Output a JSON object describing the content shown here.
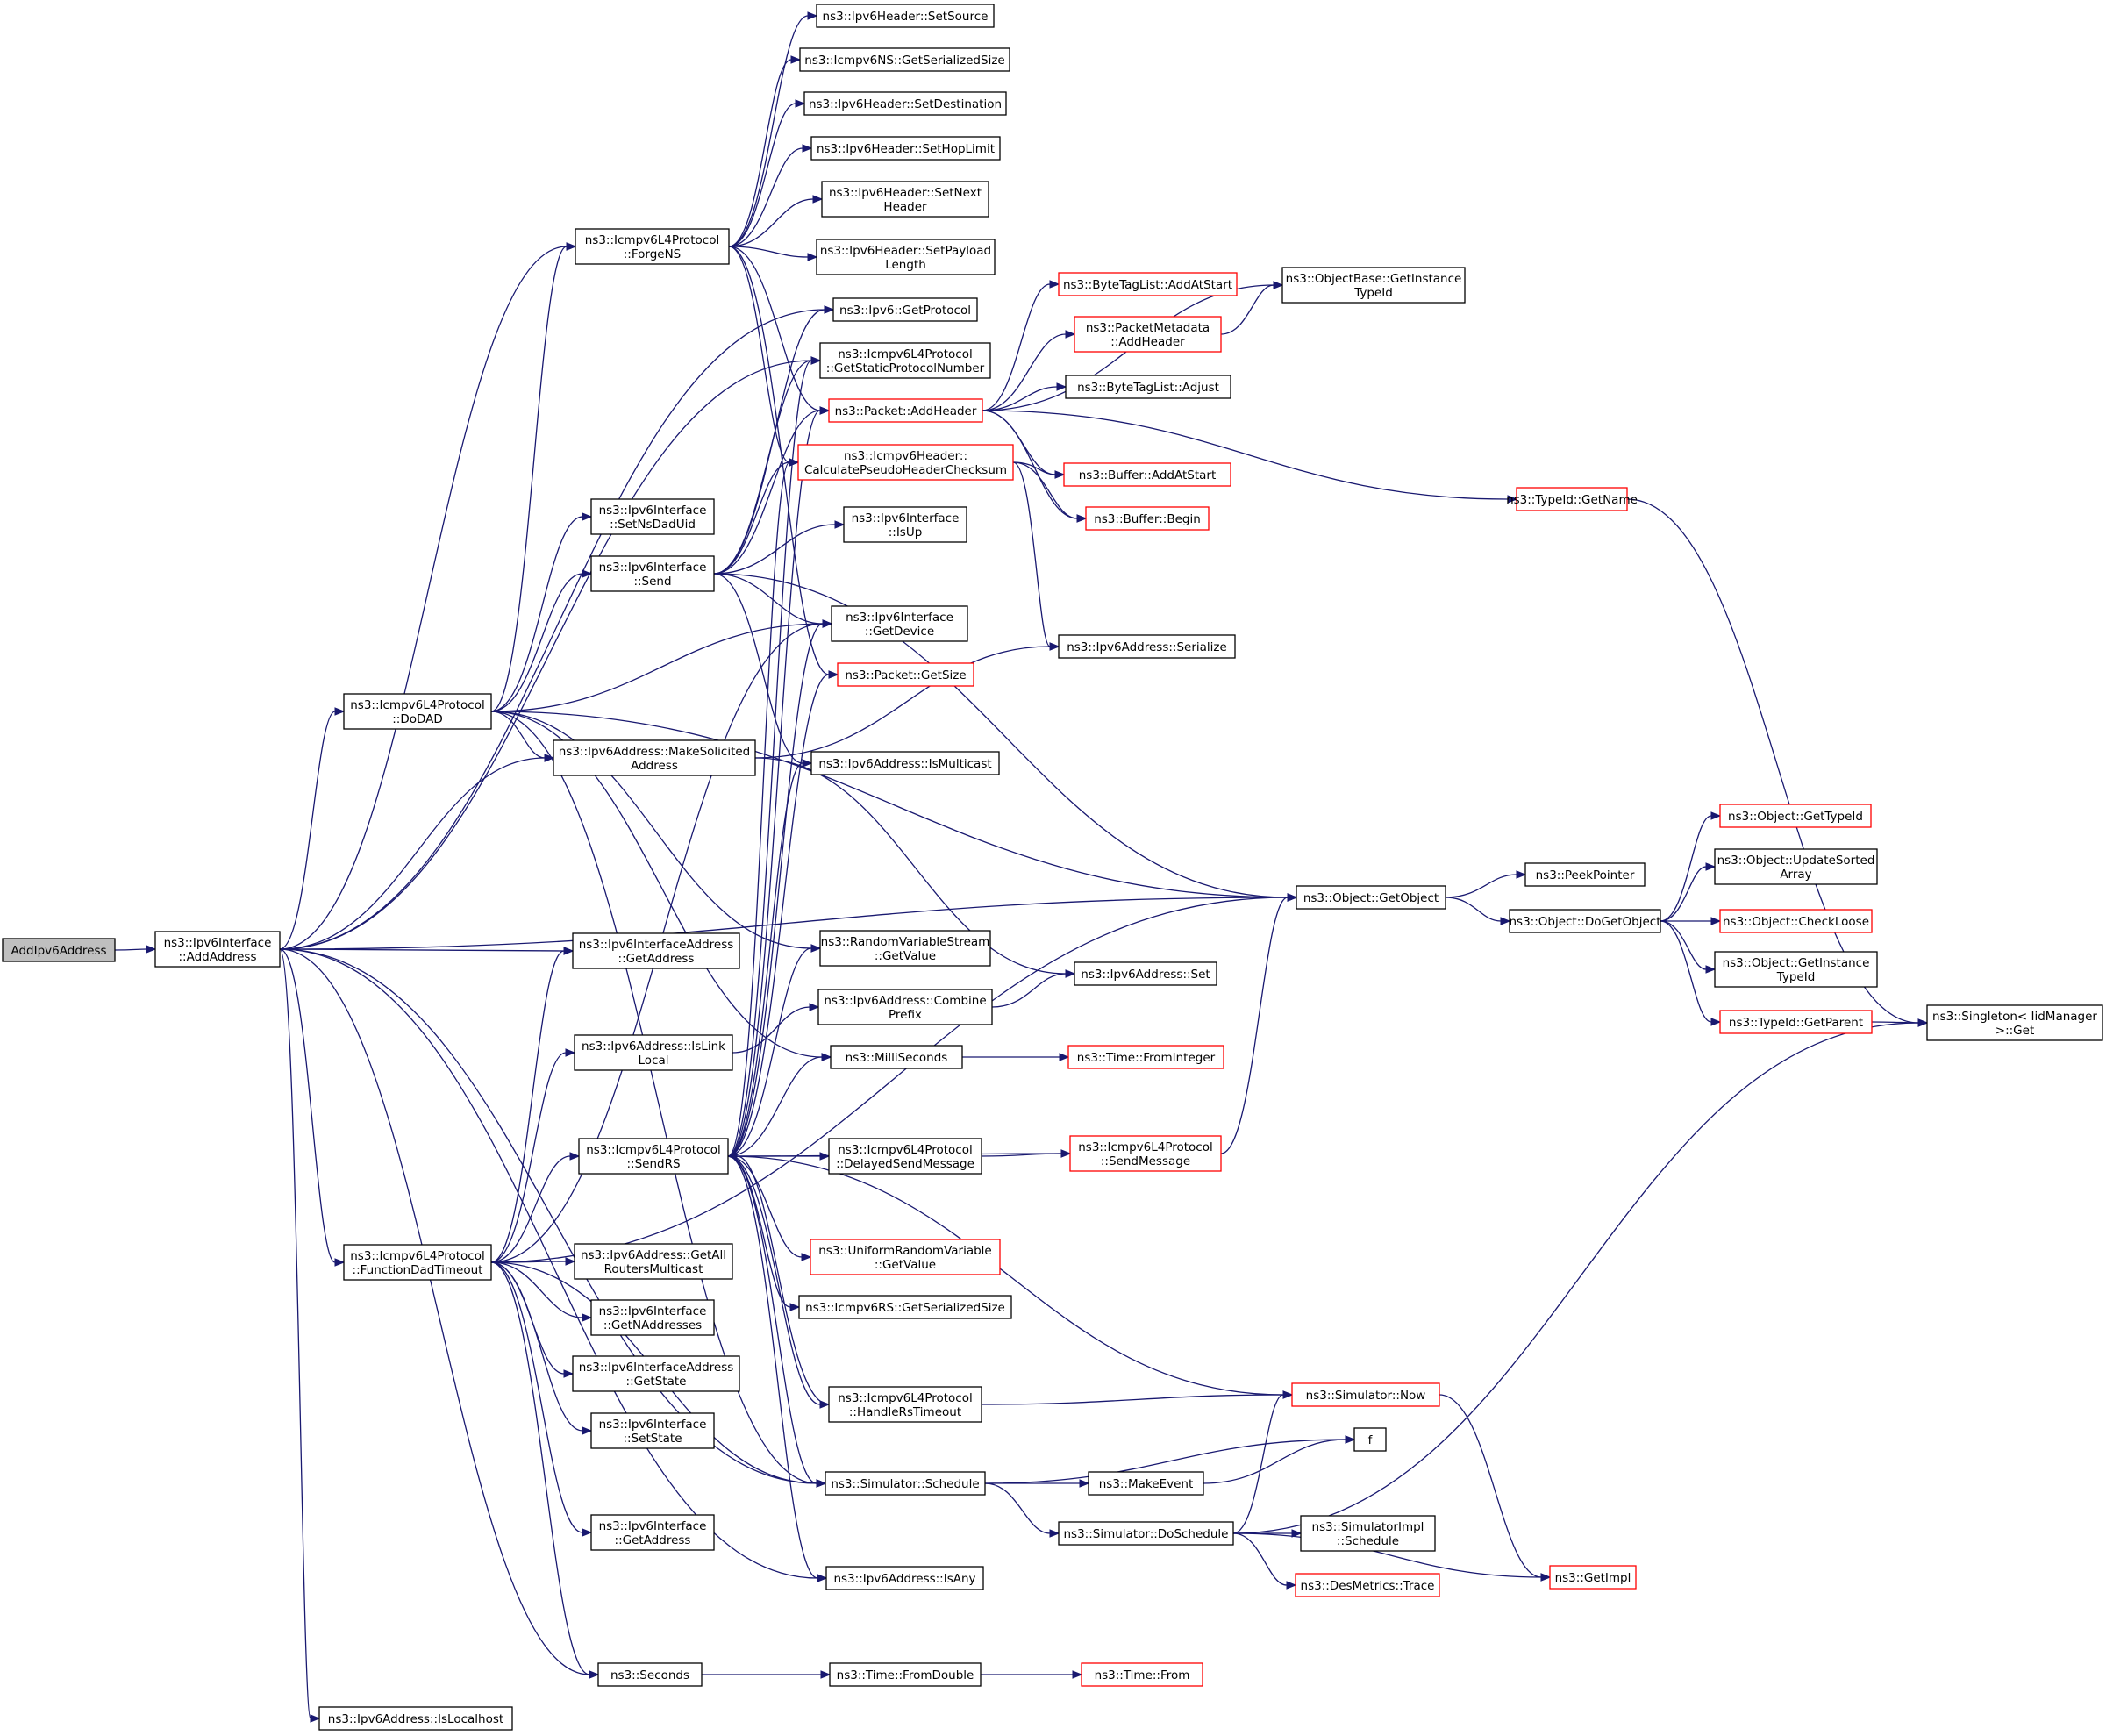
{
  "colors": {
    "edge": "#191970",
    "node_border": "#000000",
    "truncated_border": "#ff0000",
    "root_fill": "#bfbfbf"
  },
  "nodes": [
    {
      "id": "root",
      "lines": [
        "AddIpv6Address"
      ],
      "kind": "root"
    },
    {
      "id": "n_addaddress",
      "lines": [
        "ns3::Ipv6Interface",
        "::AddAddress"
      ]
    },
    {
      "id": "n_forgens",
      "lines": [
        "ns3::Icmpv6L4Protocol",
        "::ForgeNS"
      ]
    },
    {
      "id": "n_dodad",
      "lines": [
        "ns3::Icmpv6L4Protocol",
        "::DoDAD"
      ]
    },
    {
      "id": "n_funcdad",
      "lines": [
        "ns3::Icmpv6L4Protocol",
        "::FunctionDadTimeout"
      ]
    },
    {
      "id": "n_localhost",
      "lines": [
        "ns3::Ipv6Address::IsLocalhost"
      ]
    },
    {
      "id": "n_setsource",
      "lines": [
        "ns3::Ipv6Header::SetSource"
      ]
    },
    {
      "id": "n_nsgetsize",
      "lines": [
        "ns3::Icmpv6NS::GetSerializedSize"
      ]
    },
    {
      "id": "n_setdest",
      "lines": [
        "ns3::Ipv6Header::SetDestination"
      ]
    },
    {
      "id": "n_sethop",
      "lines": [
        "ns3::Ipv6Header::SetHopLimit"
      ]
    },
    {
      "id": "n_setnext",
      "lines": [
        "ns3::Ipv6Header::SetNext",
        "Header"
      ]
    },
    {
      "id": "n_setpayload",
      "lines": [
        "ns3::Ipv6Header::SetPayload",
        "Length"
      ]
    },
    {
      "id": "n_getprotocol",
      "lines": [
        "ns3::Ipv6::GetProtocol"
      ]
    },
    {
      "id": "n_staticproto",
      "lines": [
        "ns3::Icmpv6L4Protocol",
        "::GetStaticProtocolNumber"
      ]
    },
    {
      "id": "n_addheader",
      "lines": [
        "ns3::Packet::AddHeader"
      ],
      "kind": "red"
    },
    {
      "id": "n_pseudo",
      "lines": [
        "ns3::Icmpv6Header::",
        "CalculatePseudoHeaderChecksum"
      ],
      "kind": "red"
    },
    {
      "id": "n_setnsdad",
      "lines": [
        "ns3::Ipv6Interface",
        "::SetNsDadUid"
      ]
    },
    {
      "id": "n_send",
      "lines": [
        "ns3::Ipv6Interface",
        "::Send"
      ]
    },
    {
      "id": "n_isup",
      "lines": [
        "ns3::Ipv6Interface",
        "::IsUp"
      ]
    },
    {
      "id": "n_getdevice",
      "lines": [
        "ns3::Ipv6Interface",
        "::GetDevice"
      ]
    },
    {
      "id": "n_getsize",
      "lines": [
        "ns3::Packet::GetSize"
      ],
      "kind": "red"
    },
    {
      "id": "n_makesolicited",
      "lines": [
        "ns3::Ipv6Address::MakeSolicited",
        "Address"
      ]
    },
    {
      "id": "n_ismulticast",
      "lines": [
        "ns3::Ipv6Address::IsMulticast"
      ]
    },
    {
      "id": "n_ifacegetaddr",
      "lines": [
        "ns3::Ipv6InterfaceAddress",
        "::GetAddress"
      ]
    },
    {
      "id": "n_rvsgetvalue",
      "lines": [
        "ns3::RandomVariableStream",
        "::GetValue"
      ]
    },
    {
      "id": "n_combine",
      "lines": [
        "ns3::Ipv6Address::Combine",
        "Prefix"
      ]
    },
    {
      "id": "n_islinklocal",
      "lines": [
        "ns3::Ipv6Address::IsLink",
        "Local"
      ]
    },
    {
      "id": "n_milliseconds",
      "lines": [
        "ns3::MilliSeconds"
      ]
    },
    {
      "id": "n_sendrs",
      "lines": [
        "ns3::Icmpv6L4Protocol",
        "::SendRS"
      ]
    },
    {
      "id": "n_delayed",
      "lines": [
        "ns3::Icmpv6L4Protocol",
        "::DelayedSendMessage"
      ]
    },
    {
      "id": "n_uniform",
      "lines": [
        "ns3::UniformRandomVariable",
        "::GetValue"
      ],
      "kind": "red"
    },
    {
      "id": "n_rsgetsize",
      "lines": [
        "ns3::Icmpv6RS::GetSerializedSize"
      ]
    },
    {
      "id": "n_getallrouters",
      "lines": [
        "ns3::Ipv6Address::GetAll",
        "RoutersMulticast"
      ]
    },
    {
      "id": "n_getnaddr",
      "lines": [
        "ns3::Ipv6Interface",
        "::GetNAddresses"
      ]
    },
    {
      "id": "n_getstate",
      "lines": [
        "ns3::Ipv6InterfaceAddress",
        "::GetState"
      ]
    },
    {
      "id": "n_setstate",
      "lines": [
        "ns3::Ipv6Interface",
        "::SetState"
      ]
    },
    {
      "id": "n_handlers",
      "lines": [
        "ns3::Icmpv6L4Protocol",
        "::HandleRsTimeout"
      ]
    },
    {
      "id": "n_schedule",
      "lines": [
        "ns3::Simulator::Schedule"
      ]
    },
    {
      "id": "n_getaddress",
      "lines": [
        "ns3::Ipv6Interface",
        "::GetAddress"
      ]
    },
    {
      "id": "n_isany",
      "lines": [
        "ns3::Ipv6Address::IsAny"
      ]
    },
    {
      "id": "n_seconds",
      "lines": [
        "ns3::Seconds"
      ]
    },
    {
      "id": "n_fromdouble",
      "lines": [
        "ns3::Time::FromDouble"
      ]
    },
    {
      "id": "n_from",
      "lines": [
        "ns3::Time::From"
      ],
      "kind": "red"
    },
    {
      "id": "n_bytetagstart",
      "lines": [
        "ns3::ByteTagList::AddAtStart"
      ],
      "kind": "red"
    },
    {
      "id": "n_pmaddheader",
      "lines": [
        "ns3::PacketMetadata",
        "::AddHeader"
      ],
      "kind": "red"
    },
    {
      "id": "n_bytetagadjust",
      "lines": [
        "ns3::ByteTagList::Adjust"
      ]
    },
    {
      "id": "n_bufferstart",
      "lines": [
        "ns3::Buffer::AddAtStart"
      ],
      "kind": "red"
    },
    {
      "id": "n_bufferbegin",
      "lines": [
        "ns3::Buffer::Begin"
      ],
      "kind": "red"
    },
    {
      "id": "n_serialize",
      "lines": [
        "ns3::Ipv6Address::Serialize"
      ]
    },
    {
      "id": "n_objinst",
      "lines": [
        "ns3::ObjectBase::GetInstance",
        "TypeId"
      ]
    },
    {
      "id": "n_getname",
      "lines": [
        "ns3::TypeId::GetName"
      ],
      "kind": "red"
    },
    {
      "id": "n_getobject",
      "lines": [
        "ns3::Object::GetObject"
      ]
    },
    {
      "id": "n_ipv6set",
      "lines": [
        "ns3::Ipv6Address::Set"
      ]
    },
    {
      "id": "n_frominteger",
      "lines": [
        "ns3::Time::FromInteger"
      ],
      "kind": "red"
    },
    {
      "id": "n_sendmessage",
      "lines": [
        "ns3::Icmpv6L4Protocol",
        "::SendMessage"
      ],
      "kind": "red"
    },
    {
      "id": "n_now",
      "lines": [
        "ns3::Simulator::Now"
      ],
      "kind": "red"
    },
    {
      "id": "n_f",
      "lines": [
        "f"
      ]
    },
    {
      "id": "n_makeevent",
      "lines": [
        "ns3::MakeEvent"
      ]
    },
    {
      "id": "n_doschedule",
      "lines": [
        "ns3::Simulator::DoSchedule"
      ]
    },
    {
      "id": "n_implsched",
      "lines": [
        "ns3::SimulatorImpl",
        "::Schedule"
      ]
    },
    {
      "id": "n_desmetrics",
      "lines": [
        "ns3::DesMetrics::Trace"
      ],
      "kind": "red"
    },
    {
      "id": "n_getimpl",
      "lines": [
        "ns3::GetImpl"
      ],
      "kind": "red"
    },
    {
      "id": "n_peek",
      "lines": [
        "ns3::PeekPointer"
      ]
    },
    {
      "id": "n_dogetobject",
      "lines": [
        "ns3::Object::DoGetObject"
      ]
    },
    {
      "id": "n_gettypeid",
      "lines": [
        "ns3::Object::GetTypeId"
      ],
      "kind": "red"
    },
    {
      "id": "n_updatesorted",
      "lines": [
        "ns3::Object::UpdateSorted",
        "Array"
      ]
    },
    {
      "id": "n_checkloose",
      "lines": [
        "ns3::Object::CheckLoose"
      ],
      "kind": "red"
    },
    {
      "id": "n_objgetinst",
      "lines": [
        "ns3::Object::GetInstance",
        "TypeId"
      ]
    },
    {
      "id": "n_getparent",
      "lines": [
        "ns3::TypeId::GetParent"
      ],
      "kind": "red"
    },
    {
      "id": "n_singleton",
      "lines": [
        "ns3::Singleton< IidManager",
        "  >::Get"
      ]
    }
  ]
}
